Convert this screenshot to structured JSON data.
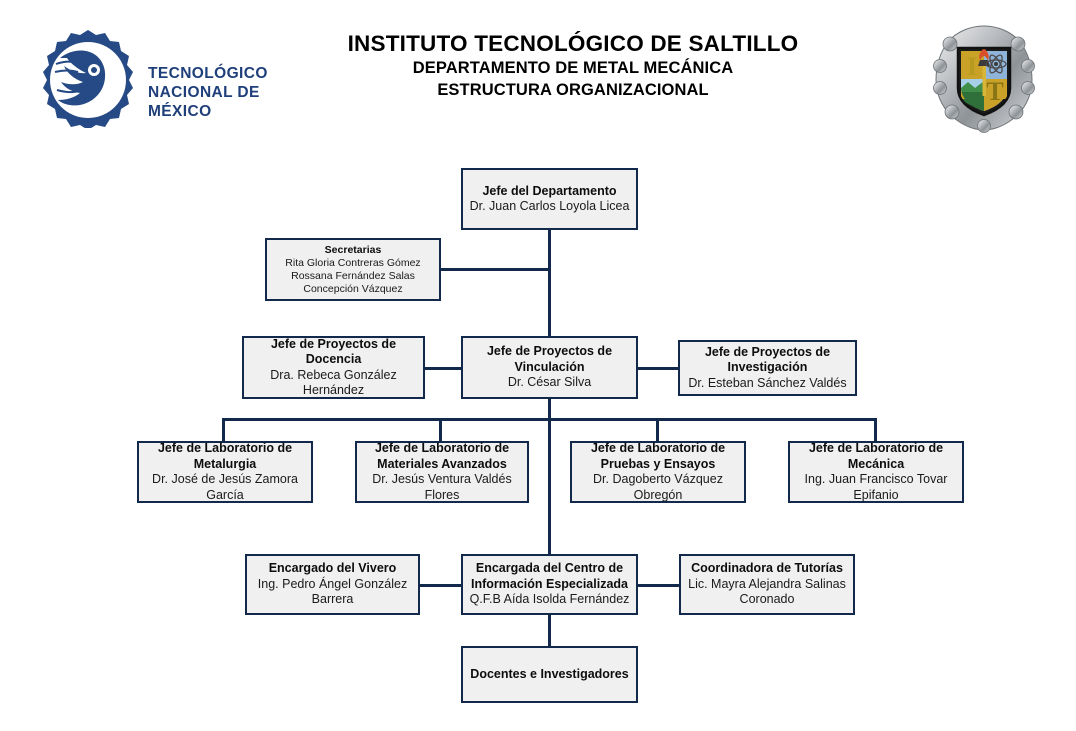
{
  "header": {
    "tecnm_logo": {
      "icon": "tecnm-gear-eagle-logo",
      "line1": "TECNOLÓGICO",
      "line2": "NACIONAL DE MÉXICO",
      "color": "#1f3f7a"
    },
    "its_logo": {
      "icon": "its-saltillo-shield-logo"
    },
    "title": "INSTITUTO TECNOLÓGICO DE SALTILLO",
    "subtitle1": "DEPARTAMENTO DE METAL MECÁNICA",
    "subtitle2": "ESTRUCTURA ORGANIZACIONAL"
  },
  "colors": {
    "box_border": "#13294b",
    "box_fill": "#f0f0f0",
    "connector": "#13294b",
    "brand_navy": "#1f3f7a"
  },
  "chart_data": {
    "type": "diagram",
    "title": "ESTRUCTURA ORGANIZACIONAL",
    "nodes": [
      {
        "id": "jefe-departamento",
        "role": "Jefe del Departamento",
        "person": "Dr. Juan Carlos Loyola Licea"
      },
      {
        "id": "secretarias",
        "role": "Secretarias",
        "person": "Rita Gloria Contreras Gómez\nRossana Fernández Salas\nConcepción Vázquez",
        "person_lines": [
          "Rita Gloria Contreras Gómez",
          "Rossana Fernández Salas",
          "Concepción Vázquez"
        ]
      },
      {
        "id": "proyectos-docencia",
        "role": "Jefe de Proyectos de Docencia",
        "person": "Dra. Rebeca González Hernández"
      },
      {
        "id": "proyectos-vinculacion",
        "role": "Jefe de Proyectos de Vinculación",
        "person": "Dr. César Silva"
      },
      {
        "id": "proyectos-investigacion",
        "role": "Jefe de Proyectos de Investigación",
        "person": "Dr. Esteban Sánchez Valdés"
      },
      {
        "id": "lab-metalurgia",
        "role": "Jefe de Laboratorio de Metalurgia",
        "person": "Dr. José de Jesús Zamora García"
      },
      {
        "id": "lab-materiales",
        "role": "Jefe de Laboratorio de Materiales Avanzados",
        "person": "Dr. Jesús Ventura Valdés Flores"
      },
      {
        "id": "lab-pruebas",
        "role": "Jefe de Laboratorio de Pruebas y Ensayos",
        "person": "Dr. Dagoberto Vázquez Obregón"
      },
      {
        "id": "lab-mecanica",
        "role": "Jefe de Laboratorio de Mecánica",
        "person": "Ing. Juan Francisco Tovar Epifanio"
      },
      {
        "id": "vivero",
        "role": "Encargado del Vivero",
        "person": "Ing. Pedro Ángel González Barrera"
      },
      {
        "id": "centro-informacion",
        "role": "Encargada del Centro de Información Especializada",
        "person": "Q.F.B Aída Isolda Fernández"
      },
      {
        "id": "tutorias",
        "role": "Coordinadora de Tutorías",
        "person": "Lic. Mayra Alejandra Salinas Coronado"
      },
      {
        "id": "docentes",
        "role": "Docentes e Investigadores",
        "person": ""
      }
    ],
    "edges": [
      {
        "from": "jefe-departamento",
        "to": "secretarias"
      },
      {
        "from": "jefe-departamento",
        "to": "proyectos-vinculacion"
      },
      {
        "from": "proyectos-vinculacion",
        "to": "proyectos-docencia"
      },
      {
        "from": "proyectos-vinculacion",
        "to": "proyectos-investigacion"
      },
      {
        "from": "proyectos-vinculacion",
        "to": "lab-metalurgia"
      },
      {
        "from": "proyectos-vinculacion",
        "to": "lab-materiales"
      },
      {
        "from": "proyectos-vinculacion",
        "to": "lab-pruebas"
      },
      {
        "from": "proyectos-vinculacion",
        "to": "lab-mecanica"
      },
      {
        "from": "proyectos-vinculacion",
        "to": "centro-informacion"
      },
      {
        "from": "centro-informacion",
        "to": "vivero"
      },
      {
        "from": "centro-informacion",
        "to": "tutorias"
      },
      {
        "from": "centro-informacion",
        "to": "docentes"
      }
    ]
  }
}
